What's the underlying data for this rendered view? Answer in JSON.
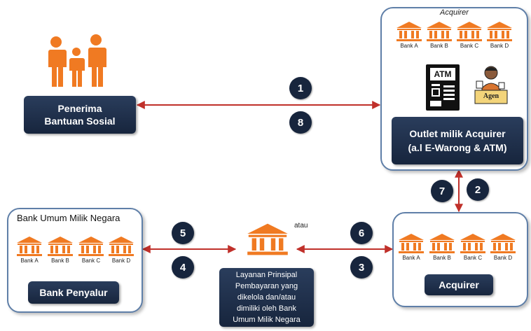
{
  "recipient_box": {
    "line1": "Penerima",
    "line2": "Bantuan  Sosial"
  },
  "acquirer_panel": {
    "title": "Acquirer",
    "banks": [
      "Bank A",
      "Bank B",
      "Bank C",
      "Bank D"
    ],
    "atm_label": "ATM",
    "agent_label": "Agen",
    "outlet_box": {
      "line1": "Outlet milik Acquirer",
      "line2": "(a.l E-Warong & ATM)"
    }
  },
  "state_bank_panel": {
    "title": "Bank Umum  Milik  Negara",
    "banks": [
      "Bank A",
      "Bank B",
      "Bank C",
      "Bank D"
    ],
    "box_label": "Bank Penyalur"
  },
  "center": {
    "atau_label": "atau",
    "box_lines": [
      "Layanan Prinsipal",
      "Pembayaran yang",
      "dikelola dan/atau",
      "dimiliki oleh Bank",
      "Umum Milik Negara"
    ]
  },
  "acquirer_bottom_panel": {
    "banks": [
      "Bank A",
      "Bank B",
      "Bank C",
      "Bank D"
    ],
    "box_label": "Acquirer"
  },
  "steps": {
    "s1": "1",
    "s2": "2",
    "s3": "3",
    "s4": "4",
    "s5": "5",
    "s6": "6",
    "s7": "7",
    "s8": "8"
  },
  "colors": {
    "navy": "#17253d",
    "orange": "#f07a22",
    "arrow": "#c0302a",
    "panel_border": "#5f7fa8"
  }
}
